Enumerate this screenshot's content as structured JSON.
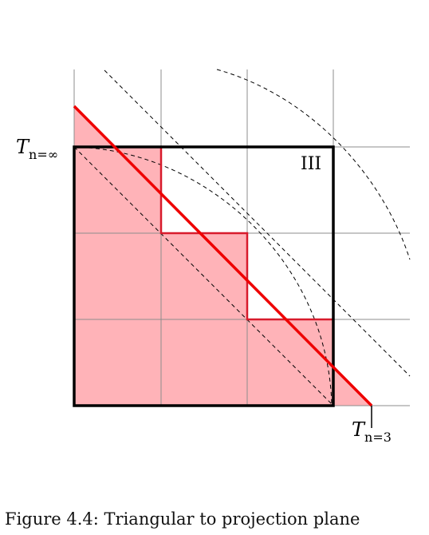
{
  "labels": {
    "t_inf_main": "T",
    "t_inf_sub": "n=∞",
    "t3_main": "T",
    "t3_sub": "n=3",
    "region": "III"
  },
  "caption": "Figure 4.4: Triangular to projection plane",
  "colors": {
    "shade": "#ffb3b8",
    "red": "#ee0000",
    "outline": "#000000",
    "grid": "#8c8c8c"
  }
}
